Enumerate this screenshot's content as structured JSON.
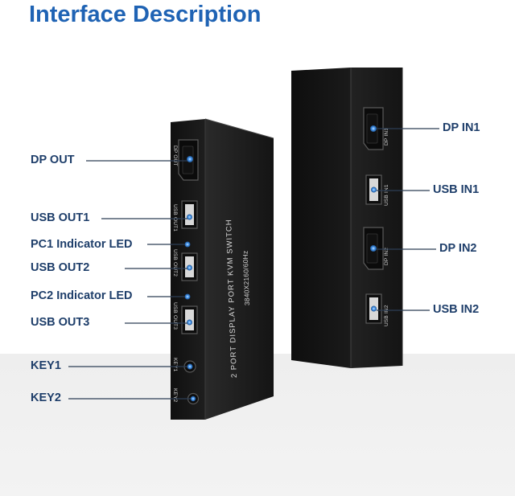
{
  "title": "Interface Description",
  "left_labels": {
    "dp_out": "DP OUT",
    "usb_out1": "USB OUT1",
    "pc1_led": "PC1 Indicator LED",
    "usb_out2": "USB OUT2",
    "pc2_led": "PC2 Indicator LED",
    "usb_out3": "USB OUT3",
    "key1": "KEY1",
    "key2": "KEY2"
  },
  "right_labels": {
    "dp_in1": "DP IN1",
    "usb_in1": "USB IN1",
    "dp_in2": "DP IN2",
    "usb_in2": "USB IN2"
  },
  "device_front": {
    "top_line1": "2 PORT DISPLAY PORT KVM SWITCH",
    "top_line2": "3840X2160/60Hz",
    "port_dp_out": "DP OUT",
    "port_usb_out1": "USB OUT1",
    "port_usb_out2": "USB OUT2",
    "port_usb_out3": "USB OUT3",
    "port_key1": "KEY1",
    "port_key2": "KEY2"
  },
  "device_back": {
    "port_dp_in1": "DP IN1",
    "port_usb_in1": "USB IN1",
    "port_dp_in2": "DP IN2",
    "port_usb_in2": "USB IN2"
  },
  "colors": {
    "title": "#1f63b4",
    "label_text": "#1e3e6a",
    "leader_line": "#2c3e55",
    "device_body": "#1c1c1c",
    "device_edge": "#3a3a3a",
    "port_led": "#3d8ee0"
  }
}
